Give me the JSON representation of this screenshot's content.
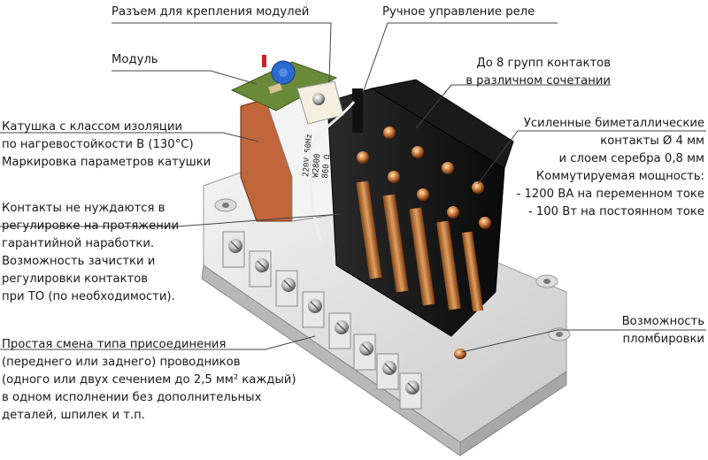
{
  "callouts": {
    "module_connector": "Разъем для крепления модулей",
    "manual_control": "Ручное управление реле",
    "module": "Модуль",
    "contact_groups": [
      "До 8 групп контактов",
      "в различном сочетании"
    ],
    "coil": [
      "Катушка с классом изоляции",
      "по нагревостойкости В (130°C)",
      "Маркировка параметров катушки"
    ],
    "bimetal_contacts": [
      "Усиленные биметаллические",
      "контакты Ø 4 мм",
      "и слоем серебра 0,8 мм",
      "Коммутируемая мощность:",
      "- 1200 ВА на переменном токе",
      "- 100 Вт на постоянном токе"
    ],
    "no_adjustment": [
      "Контакты не нуждаются в",
      "регулировке на протяжении",
      "гарантийной наработки.",
      "Возможность зачистки и",
      "регулировки контактов",
      "при ТО (по необходимости)."
    ],
    "sealing": [
      "Возможность",
      "пломбировки"
    ],
    "connection": [
      "Простая смена типа присоединения",
      "(переднего или заднего) проводников",
      "(одного или двух сечением до 2,5 мм² каждый)",
      "в одном исполнении без дополнительных",
      "деталей, шпилек и т.п."
    ]
  },
  "coil_marking": [
    "220V 50Hz",
    "W2800",
    "860 Ω"
  ]
}
